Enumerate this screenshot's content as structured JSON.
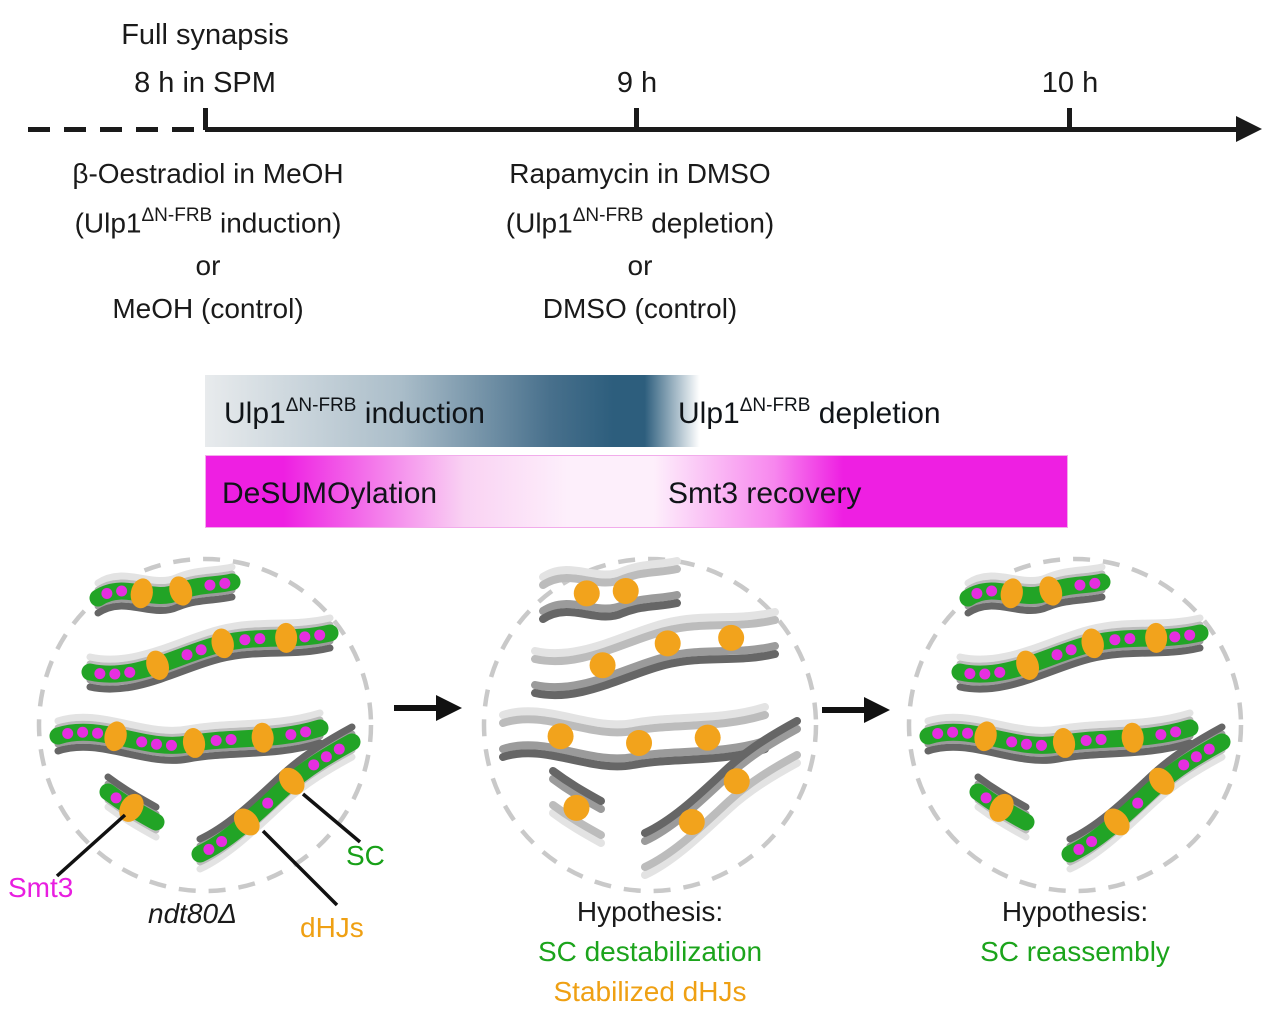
{
  "timeline": {
    "label_top": "Full synapsis",
    "tick_8h": "8 h in SPM",
    "tick_9h": "9 h",
    "tick_10h": "10 h"
  },
  "treatments": {
    "left": {
      "line1": "β-Oestradiol in MeOH",
      "line2_pre": "(Ulp1",
      "line2_sup": "ΔN-FRB",
      "line2_post": " induction)",
      "line3": "or",
      "line4": "MeOH (control)"
    },
    "right": {
      "line1": "Rapamycin in DMSO",
      "line2_pre": "(Ulp1",
      "line2_sup": "ΔN-FRB",
      "line2_post": " depletion)",
      "line3": "or",
      "line4": "DMSO (control)"
    }
  },
  "bars": {
    "induction": {
      "pre": "Ulp1",
      "sup": "ΔN-FRB",
      "post": " induction"
    },
    "depletion": {
      "pre": "Ulp1",
      "sup": "ΔN-FRB",
      "post": " depletion"
    },
    "desumoylation": "DeSUMOylation",
    "smt3_recovery": "Smt3 recovery"
  },
  "legend": {
    "smt3": "Smt3",
    "genotype": "ndt80Δ",
    "dhjs": "dHJs",
    "sc": "SC"
  },
  "hypotheses": {
    "middle": {
      "title": "Hypothesis:",
      "line1": "SC destabilization",
      "line2": "Stabilized dHJs"
    },
    "right": {
      "title": "Hypothesis:",
      "line1": "SC reassembly"
    }
  },
  "colors": {
    "text": "#1a1a1a",
    "teal": "#2d5e7d",
    "bar1-left": "#e8ebed",
    "magenta": "#ee1fe2",
    "bar2-mid": "#fdeffb",
    "sc-green": "#22a426",
    "dhj-orange": "#f2a31c",
    "smt3-dot": "#e62ee0",
    "light1": "#e3e3e3",
    "light2": "#bcbcbc",
    "dark1": "#9b9b9b",
    "dark2": "#666666",
    "outline": "#c9c9c9",
    "label-smt3": "#e81ee0",
    "label-sc": "#18a018",
    "label-dhj": "#efa013",
    "hyp-green": "#1ca41c",
    "hyp-orange": "#efa013"
  }
}
